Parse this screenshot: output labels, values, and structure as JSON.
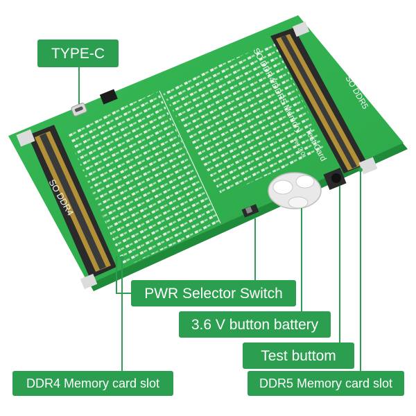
{
  "callouts": {
    "typec": "TYPE-C",
    "pwr": "PWR   Selector Switch",
    "battery": "3.6 V button battery",
    "test": "Test  buttom",
    "ddr4": "DDR4  Memory card slot",
    "ddr5": "DDR5  Memory card slot"
  },
  "board_text": {
    "so_ddr4": "SO  DDR4",
    "so_ddr5": "SO  DDR5",
    "title_line1": "SO DDR4/DDR5  Memory",
    "title_line2": "Test  Card",
    "version": "Ver 2.0"
  },
  "colors": {
    "accent": "#2b9e4f",
    "board": "#2fae4c",
    "board_edge": "#1f8a3a",
    "slot": "#2a2a2a",
    "contacts": "#c9a23a",
    "callout_line": "#2b9e4f"
  }
}
